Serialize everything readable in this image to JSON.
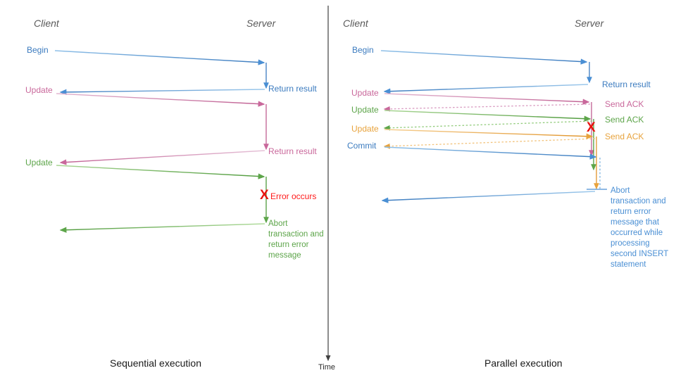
{
  "diagram": {
    "title_note": "Transaction sequence comparison",
    "divider_color": "#404040",
    "time_axis": {
      "label": "Time",
      "color": "#404040"
    },
    "colors": {
      "blue": "#4a8fd4",
      "blue_dark": "#3b7bbf",
      "pink": "#c9689b",
      "pink_light": "#d9a0c0",
      "green": "#5da54a",
      "green_light": "#9acc84",
      "orange": "#e8a33d",
      "orange_light": "#f2c27a",
      "red": "#e8120e",
      "gray": "#595959",
      "black": "#1a1a1a"
    }
  },
  "left_panel": {
    "caption": "Sequential execution",
    "client_title": "Client",
    "server_title": "Server",
    "messages": [
      {
        "label": "Begin",
        "color": "blue"
      },
      {
        "label": "Update",
        "color": "pink"
      },
      {
        "label": "Update",
        "color": "green"
      }
    ],
    "server_replies": [
      {
        "label": "Return result",
        "color": "blue"
      },
      {
        "label": "Return result",
        "color": "pink"
      }
    ],
    "error": {
      "marker": "X",
      "label": "Error occurs",
      "color": "red"
    },
    "abort_note": "Abort transaction and return error message"
  },
  "right_panel": {
    "caption": "Parallel execution",
    "client_title": "Client",
    "server_title": "Server",
    "messages": [
      {
        "label": "Begin",
        "color": "blue"
      },
      {
        "label": "Update",
        "color": "pink"
      },
      {
        "label": "Update",
        "color": "green"
      },
      {
        "label": "Update",
        "color": "orange"
      },
      {
        "label": "Commit",
        "color": "blue"
      }
    ],
    "server_replies": [
      {
        "label": "Return result",
        "color": "blue"
      },
      {
        "label": "Send ACK",
        "color": "pink"
      },
      {
        "label": "Send ACK",
        "color": "green"
      },
      {
        "label": "Send ACK",
        "color": "orange"
      }
    ],
    "error": {
      "marker": "X",
      "color": "red"
    },
    "abort_note": "Abort transaction and return error message that occurred while processing second INSERT statement"
  }
}
